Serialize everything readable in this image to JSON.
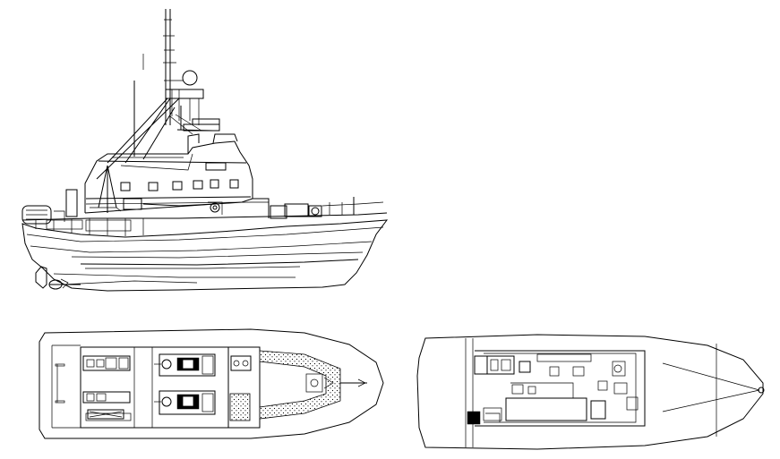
{
  "drawing": {
    "views": [
      {
        "id": "side-elevation",
        "kind": "profile"
      },
      {
        "id": "lower-deck-plan",
        "kind": "plan"
      },
      {
        "id": "main-deck-plan",
        "kind": "plan"
      }
    ],
    "line_color": "#000000",
    "background": "#ffffff"
  }
}
